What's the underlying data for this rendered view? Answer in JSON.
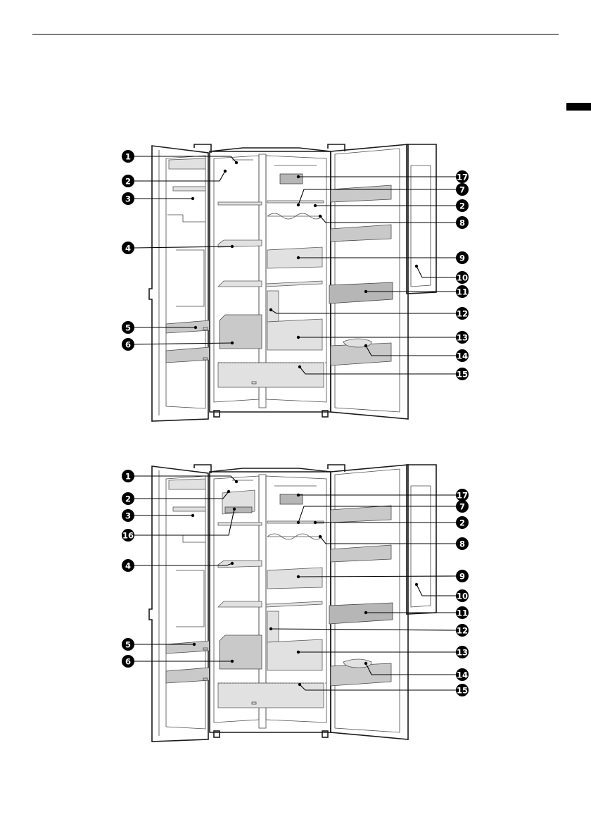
{
  "figures": [
    {
      "name": "figure-model-a",
      "labels": [
        {
          "num": "1",
          "side": "left"
        },
        {
          "num": "2",
          "side": "left"
        },
        {
          "num": "3",
          "side": "left"
        },
        {
          "num": "4",
          "side": "left"
        },
        {
          "num": "5",
          "side": "left"
        },
        {
          "num": "6",
          "side": "left"
        },
        {
          "num": "17",
          "side": "right"
        },
        {
          "num": "7",
          "side": "right"
        },
        {
          "num": "2",
          "side": "right"
        },
        {
          "num": "8",
          "side": "right"
        },
        {
          "num": "9",
          "side": "right"
        },
        {
          "num": "10",
          "side": "right"
        },
        {
          "num": "11",
          "side": "right"
        },
        {
          "num": "12",
          "side": "right"
        },
        {
          "num": "13",
          "side": "right"
        },
        {
          "num": "14",
          "side": "right"
        },
        {
          "num": "15",
          "side": "right"
        }
      ]
    },
    {
      "name": "figure-model-b",
      "labels": [
        {
          "num": "1",
          "side": "left"
        },
        {
          "num": "2",
          "side": "left"
        },
        {
          "num": "3",
          "side": "left"
        },
        {
          "num": "16",
          "side": "left"
        },
        {
          "num": "4",
          "side": "left"
        },
        {
          "num": "5",
          "side": "left"
        },
        {
          "num": "6",
          "side": "left"
        },
        {
          "num": "17",
          "side": "right"
        },
        {
          "num": "7",
          "side": "right"
        },
        {
          "num": "2",
          "side": "right"
        },
        {
          "num": "8",
          "side": "right"
        },
        {
          "num": "9",
          "side": "right"
        },
        {
          "num": "10",
          "side": "right"
        },
        {
          "num": "11",
          "side": "right"
        },
        {
          "num": "12",
          "side": "right"
        },
        {
          "num": "13",
          "side": "right"
        },
        {
          "num": "14",
          "side": "right"
        },
        {
          "num": "15",
          "side": "right"
        }
      ]
    }
  ],
  "bin_markings": [
    "GRID",
    "GRID",
    "GRID"
  ],
  "colors": {
    "ink": "#000000",
    "gray_fill": "#c9c9c9",
    "light_fill": "#e1e1e1"
  }
}
